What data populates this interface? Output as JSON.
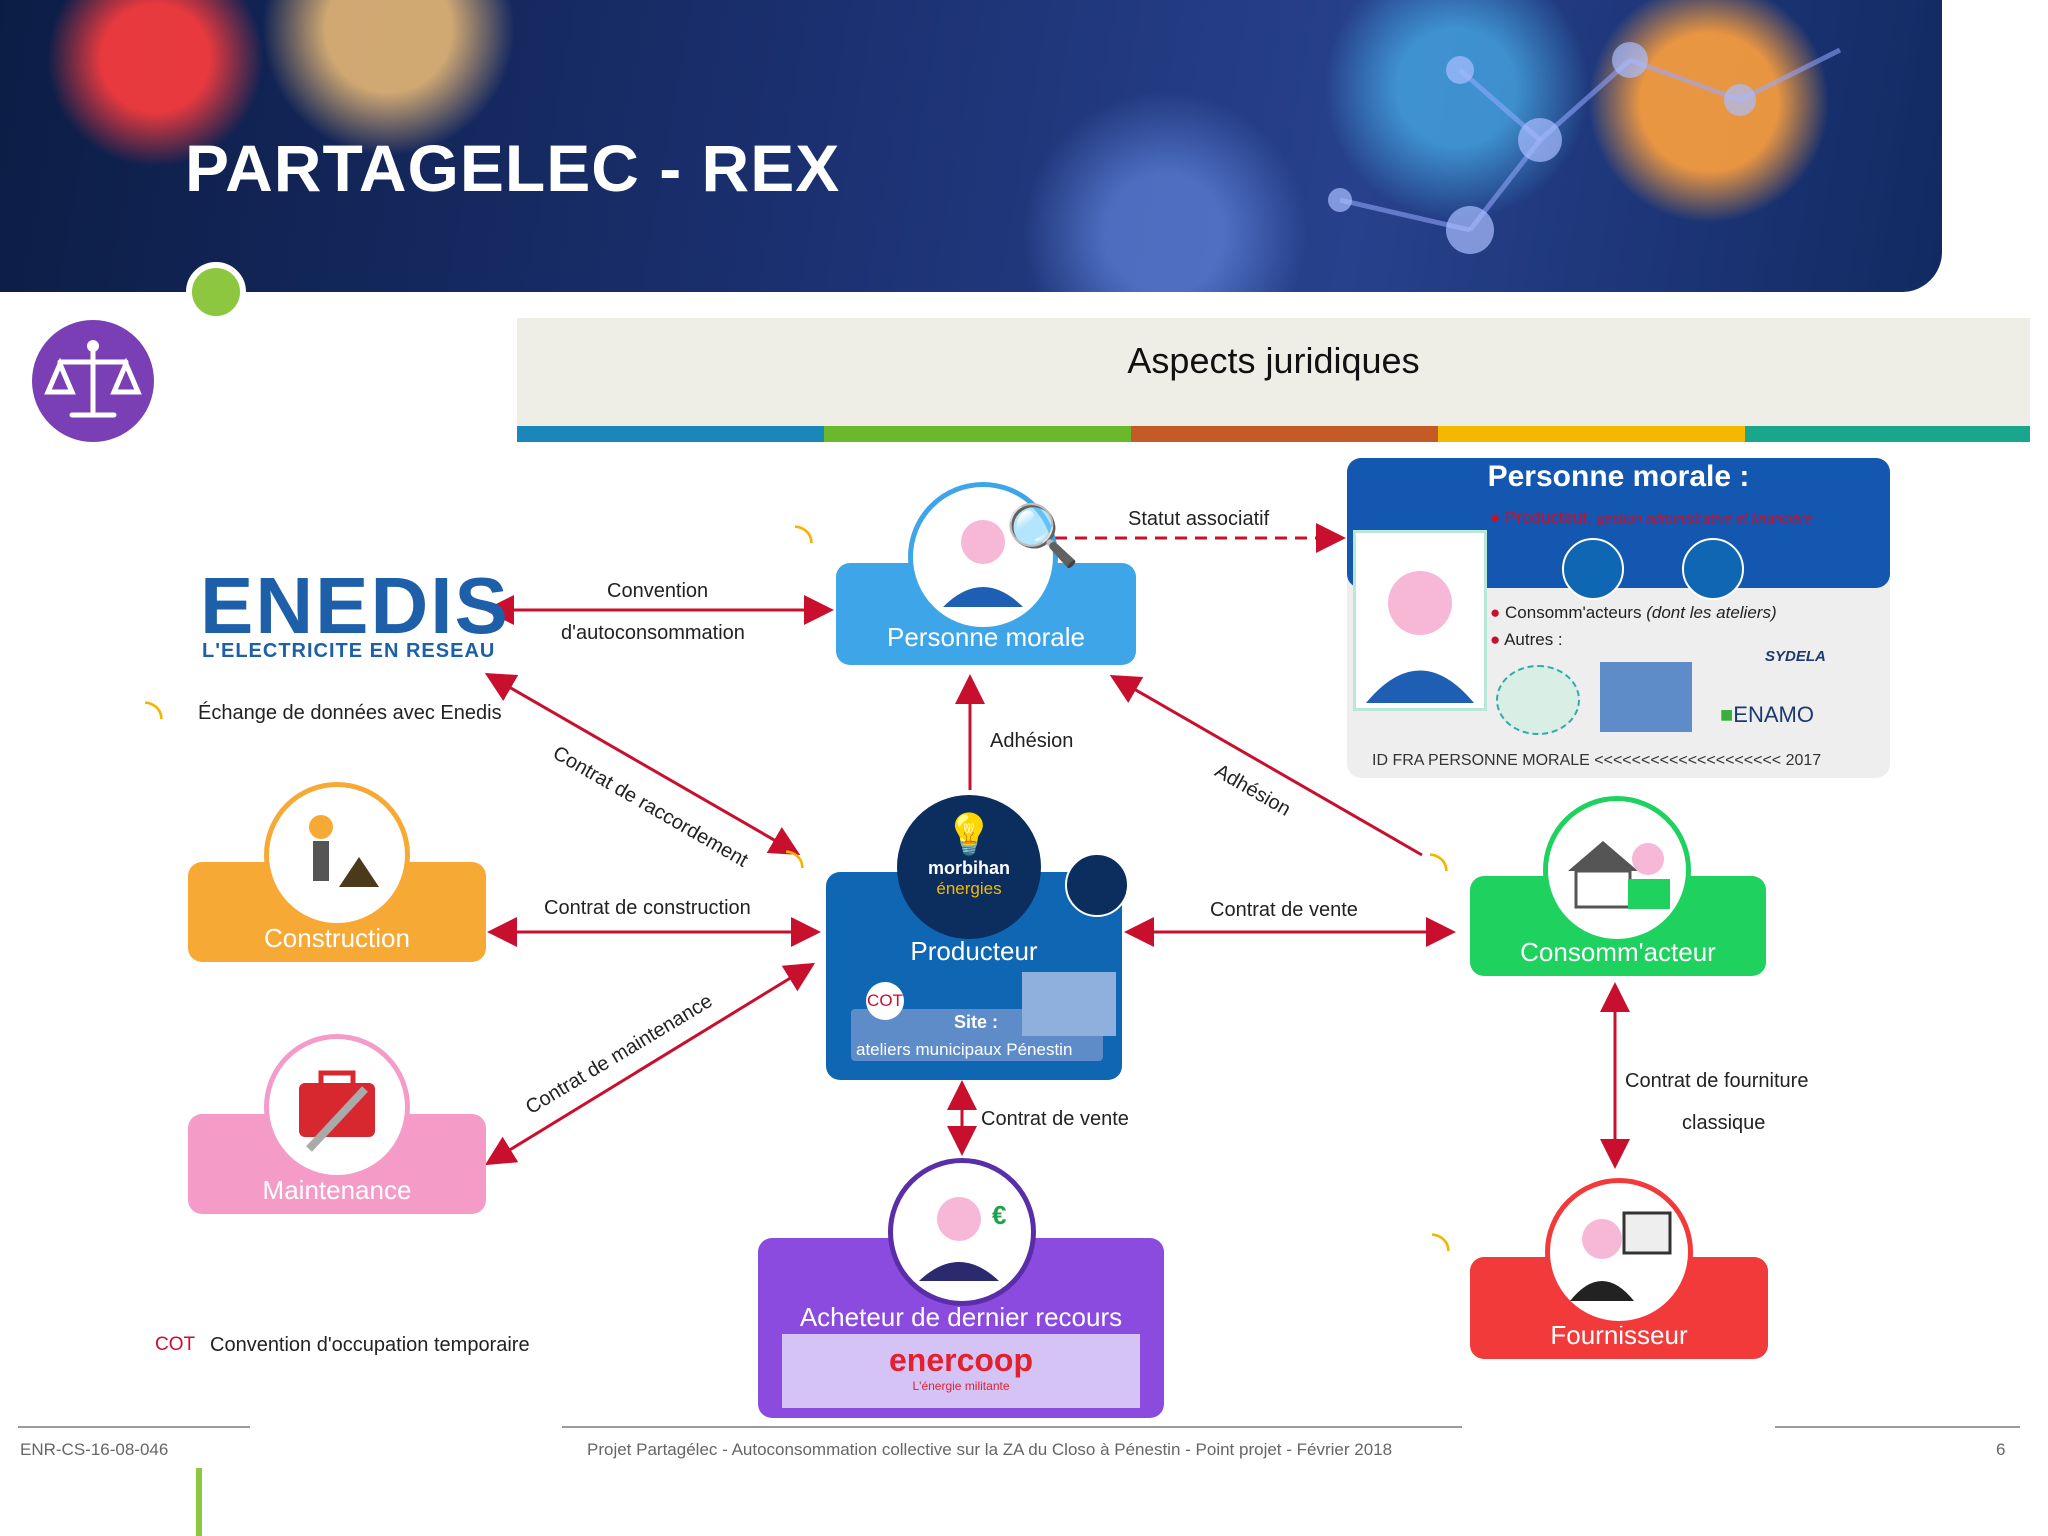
{
  "title": "PARTAGELEC - REX",
  "section": {
    "title": "Aspects juridiques"
  },
  "nodes": {
    "enedis": {
      "logo": "ENEDIS",
      "tagline": "L'ELECTRICITE EN RESEAU"
    },
    "personne_morale": {
      "label": "Personne morale"
    },
    "producteur": {
      "label": "Producteur",
      "logo_line1": "morbihan",
      "logo_line2": "énergies",
      "site_label": "Site :",
      "site_name": "ateliers municipaux Pénestin",
      "cot": "COT"
    },
    "construction": {
      "label": "Construction"
    },
    "maintenance": {
      "label": "Maintenance"
    },
    "consommacteur": {
      "label": "Consomm'acteur"
    },
    "fournisseur": {
      "label": "Fournisseur"
    },
    "acheteur": {
      "label": "Acheteur de dernier recours",
      "logo": "enercoop",
      "logo_sub": "L'énergie militante"
    }
  },
  "id_card": {
    "title": "Personne morale :",
    "items": [
      {
        "text": "Producteur,",
        "note": "gestion administrative et financière"
      },
      {
        "text": "Consomm'acteurs",
        "note": "(dont les ateliers)"
      },
      {
        "text": "Autres :",
        "note": ""
      }
    ],
    "logos": [
      "SYDELA",
      "ENAMO"
    ],
    "id_line": "ID FRA PERSONNE MORALE <<<<<<<<<<<<<<<<<<<< 2017"
  },
  "edges": {
    "convention_1": "Convention",
    "convention_2": "d'autoconsommation",
    "statut": "Statut associatif",
    "raccordement": "Contrat de raccordement",
    "adhesion_1": "Adhésion",
    "adhesion_2": "Adhésion",
    "construction": "Contrat de construction",
    "vente_1": "Contrat de vente",
    "maintenance": "Contrat de maintenance",
    "vente_2": "Contrat de vente",
    "fourniture_1": "Contrat de fourniture",
    "fourniture_2": "classique"
  },
  "legend": {
    "enedis_exchange": "Échange de données avec Enedis",
    "cot_abbr": "COT",
    "cot_text": "Convention d'occupation temporaire"
  },
  "footer": {
    "ref": "ENR-CS-16-08-046",
    "project": "Projet Partagélec - Autoconsommation collective sur la ZA du Closo à Pénestin - Point projet - Février 2018",
    "page": "6"
  },
  "colors": {
    "arrow": "#c8102e",
    "personne": "#3da5e8",
    "producteur": "#0f66b3",
    "construction": "#f7a935",
    "maintenance": "#f49bc7",
    "consommacteur": "#1fd15f",
    "fournisseur": "#f23a3a",
    "acheteur": "#8a4bde",
    "badge": "#7b3fb5",
    "id_header": "#1457b0"
  },
  "strip_colors": [
    "#1a86b9",
    "#6ab82b",
    "#c45a26",
    "#f4b800",
    "#1aa68c"
  ],
  "icons": [
    "scale-icon",
    "wifi-icon",
    "magnifier-icon",
    "worker-icon",
    "toolbox-icon",
    "house-icon",
    "headset-icon",
    "bulb-icon",
    "euro-icon"
  ]
}
